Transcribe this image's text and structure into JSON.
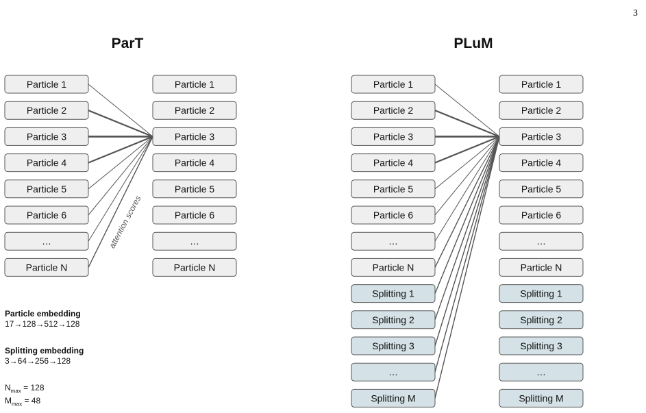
{
  "page_number": "3",
  "panels": {
    "part": {
      "title": "ParT",
      "left_boxes": [
        "Particle 1",
        "Particle 2",
        "Particle 3",
        "Particle 4",
        "Particle 5",
        "Particle 6",
        "…",
        "Particle N"
      ],
      "right_boxes": [
        "Particle 1",
        "Particle 2",
        "Particle 3",
        "Particle 4",
        "Particle 5",
        "Particle 6",
        "…",
        "Particle N"
      ],
      "attention_label": "attention scores"
    },
    "plum": {
      "title": "PLuM",
      "left_boxes": [
        "Particle 1",
        "Particle 2",
        "Particle 3",
        "Particle 4",
        "Particle 5",
        "Particle 6",
        "…",
        "Particle N",
        "Splitting 1",
        "Splitting 2",
        "Splitting 3",
        "…",
        "Splitting M"
      ],
      "right_boxes": [
        "Particle 1",
        "Particle 2",
        "Particle 3",
        "Particle 4",
        "Particle 5",
        "Particle 6",
        "…",
        "Particle N",
        "Splitting 1",
        "Splitting 2",
        "Splitting 3",
        "…",
        "Splitting M"
      ]
    }
  },
  "colors": {
    "particle_fill": "#efefef",
    "splitting_fill": "#d4e1e6",
    "line": "#555555"
  },
  "info": {
    "particle_embedding_title": "Particle embedding",
    "particle_embedding_value": "17→128→512→128",
    "splitting_embedding_title": "Splitting embedding",
    "splitting_embedding_value": "3→64→256→128",
    "n_max_label": "N",
    "n_max_sub": "max",
    "n_max_value": " = 128",
    "m_max_label": "M",
    "m_max_sub": "max",
    "m_max_value": " = 48"
  }
}
